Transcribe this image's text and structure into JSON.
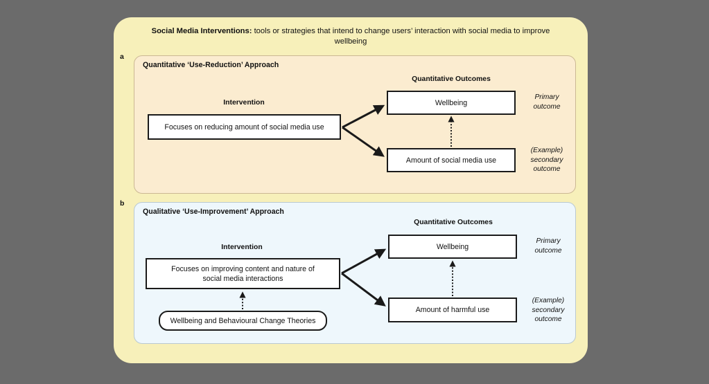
{
  "figure": {
    "background_color": "#6b6b6b",
    "card_color": "#f7f0ba",
    "caption_bold": "Social Media Interventions:",
    "caption_rest": " tools or strategies that intend to change users’ interaction with social media to improve wellbeing"
  },
  "panels": [
    {
      "letter": "a",
      "title": "Quantitative ‘Use-Reduction’ Approach",
      "background_color": "#fbecd0",
      "intervention_heading": "Intervention",
      "outcomes_heading": "Quantitative Outcomes",
      "intervention_box": "Focuses on reducing amount of social media use",
      "primary_outcome_box": "Wellbeing",
      "secondary_outcome_box": "Amount of social media use",
      "primary_note": "Primary\noutcome",
      "secondary_note": "(Example)\nsecondary\noutcome",
      "theory_box": null
    },
    {
      "letter": "b",
      "title": "Qualitative ‘Use-Improvement’ Approach",
      "background_color": "#eef7fc",
      "intervention_heading": "Intervention",
      "outcomes_heading": "Quantitative Outcomes",
      "intervention_box": "Focuses on improving content and nature of\nsocial media interactions",
      "primary_outcome_box": "Wellbeing",
      "secondary_outcome_box": "Amount of harmful use",
      "primary_note": "Primary\noutcome",
      "secondary_note": "(Example)\nsecondary\noutcome",
      "theory_box": "Wellbeing and Behavioural Change Theories"
    }
  ]
}
